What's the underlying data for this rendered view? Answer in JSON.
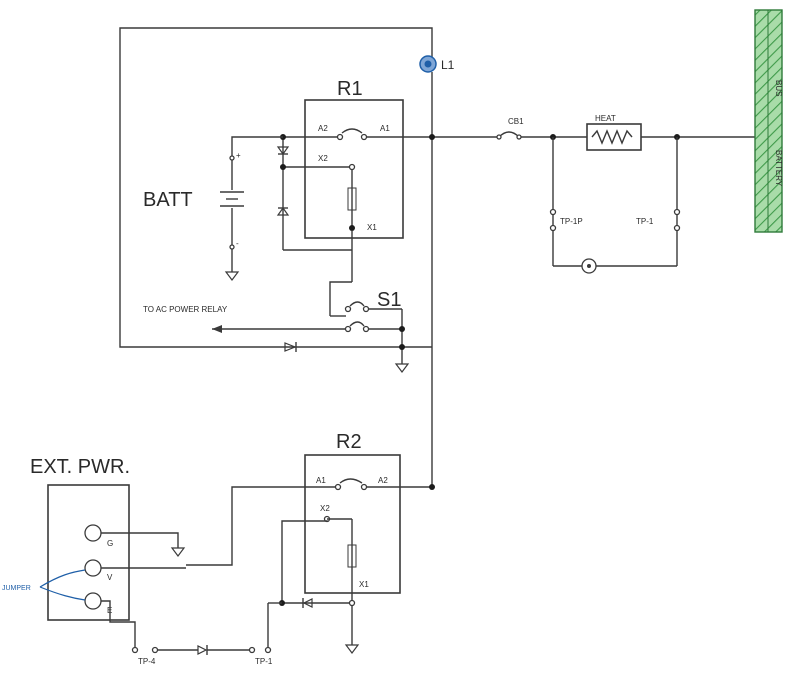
{
  "colors": {
    "wire": "#3a3a3a",
    "accent": "#1f5fa8",
    "bus_fill": "#7ec97e",
    "bus_edge": "#2f7a3a"
  },
  "labels": {
    "r1": "R1",
    "r2": "R2",
    "batt": "BATT",
    "s1": "S1",
    "l1": "L1",
    "ext_pwr": "EXT. PWR.",
    "to_ac_relay": "TO AC POWER RELAY",
    "jumper": "JUMPER",
    "heat": "HEAT",
    "cb": "CB1",
    "r1_a2": "A2",
    "r1_a1": "A1",
    "r1_x2": "X2",
    "r1_x1": "X1",
    "r2_a1": "A1",
    "r2_a2": "A2",
    "r2_x2": "X2",
    "r2_x1": "X1",
    "batt_plus": "+",
    "batt_minus": "-",
    "ext_g": "G",
    "ext_v": "V",
    "ext_e": "E",
    "tp_l": "TP-1P",
    "tp_r": "TP-1",
    "tp_bl": "TP-4",
    "tp_br": "TP-1",
    "bus": "BUS",
    "bus_sub": "BATTERY"
  }
}
